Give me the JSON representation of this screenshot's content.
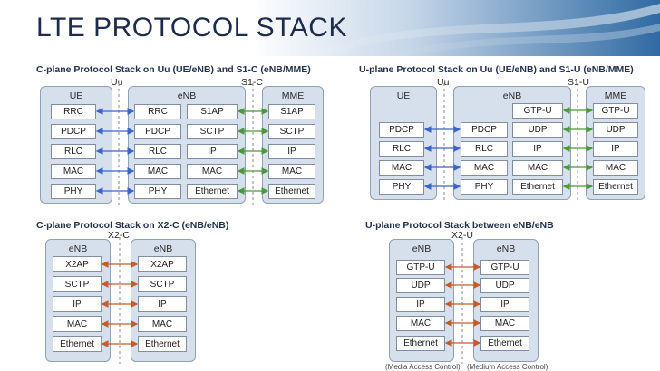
{
  "title": "LTE PROTOCOL STACK",
  "colors": {
    "accent": "#2a6aa8",
    "blue_link": "#3a64c8",
    "green_link": "#4a9a3a",
    "orange_link": "#c85a2a",
    "box_fill": "#d6e0ec"
  },
  "panels": {
    "cplane_uu_s1c": {
      "subtitle": "C-plane Protocol Stack on Uu (UE/eNB) and S1-C (eNB/MME)",
      "interfaces": [
        "Uu",
        "S1-C"
      ],
      "entities": [
        "UE",
        "eNB",
        "MME"
      ],
      "ue_layers": [
        "RRC",
        "PDCP",
        "RLC",
        "MAC",
        "PHY"
      ],
      "enb_left_layers": [
        "RRC",
        "PDCP",
        "RLC",
        "MAC",
        "PHY"
      ],
      "enb_right_layers": [
        "S1AP",
        "SCTP",
        "IP",
        "MAC",
        "Ethernet"
      ],
      "mme_layers": [
        "S1AP",
        "SCTP",
        "IP",
        "MAC",
        "Ethernet"
      ]
    },
    "uplane_uu_s1u": {
      "subtitle": "U-plane Protocol Stack on Uu (UE/eNB) and S1-U (eNB/MME)",
      "interfaces": [
        "Uu",
        "S1-U"
      ],
      "entities": [
        "UE",
        "eNB",
        "MME"
      ],
      "ue_layers": [
        "PDCP",
        "RLC",
        "MAC",
        "PHY"
      ],
      "enb_left_layers": [
        "PDCP",
        "RLC",
        "MAC",
        "PHY"
      ],
      "enb_right_layers": [
        "GTP-U",
        "UDP",
        "IP",
        "MAC",
        "Ethernet"
      ],
      "mme_layers": [
        "GTP-U",
        "UDP",
        "IP",
        "MAC",
        "Ethernet"
      ]
    },
    "cplane_x2c": {
      "subtitle": "C-plane Protocol Stack on X2-C (eNB/eNB)",
      "interface": "X2-C",
      "entities": [
        "eNB",
        "eNB"
      ],
      "layers": [
        "X2AP",
        "SCTP",
        "IP",
        "MAC",
        "Ethernet"
      ]
    },
    "uplane_enb": {
      "subtitle": "U-plane Protocol Stack between eNB/eNB",
      "interface": "X2-U",
      "entities": [
        "eNB",
        "eNB"
      ],
      "layers": [
        "GTP-U",
        "UDP",
        "IP",
        "MAC",
        "Ethernet"
      ],
      "notes": [
        "(Media Access Control)",
        "(Medium Access Control)"
      ]
    }
  }
}
